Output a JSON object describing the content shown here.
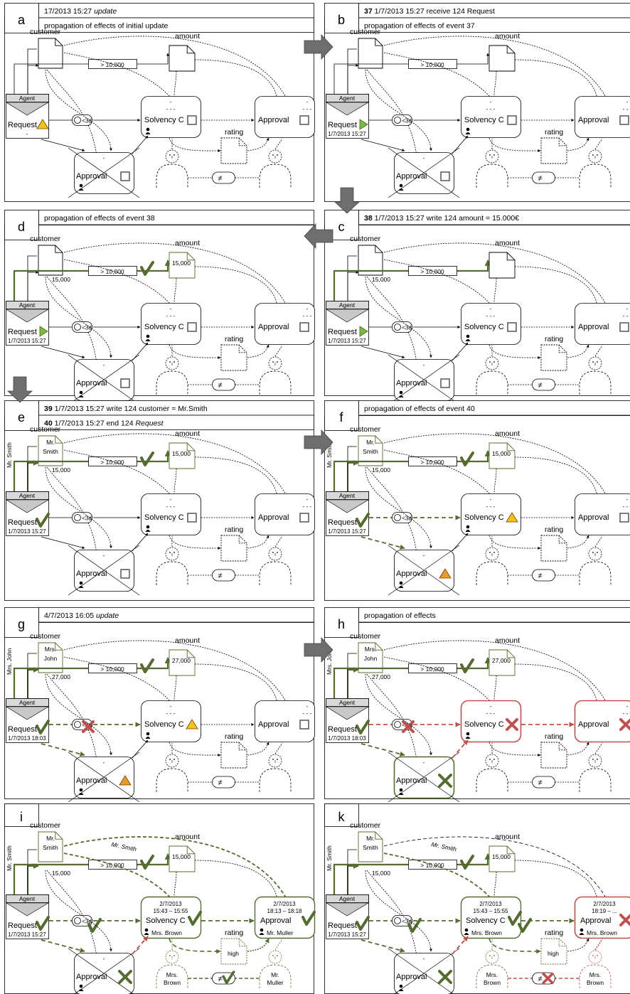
{
  "colors": {
    "green": "#556b2f",
    "red": "#c0504d",
    "gray": "#6e6e6e",
    "tri_green": "#7fb843",
    "tri_orange": "#e89a2a",
    "tri_yellow": "#f2c318"
  },
  "common": {
    "customer": "customer",
    "amount": "amount",
    "rating": "rating",
    "agent": "Agent",
    "request": "Request",
    "timer": "<3d",
    "threshold": "> 10,000",
    "solvency": "Solvency C",
    "approval": "Approval",
    "ne": "≠",
    "dash": "-",
    "dashes": "- - -"
  },
  "panels": [
    {
      "letter": "a",
      "header": [
        {
          "parts": [
            {
              "t": "17/2013  15:27  ",
              "s": "n"
            },
            {
              "t": "update",
              "s": "i"
            }
          ]
        },
        {
          "parts": [
            {
              "t": "propagation of effects of initial update",
              "s": "n"
            }
          ]
        }
      ],
      "req_date": "-",
      "cust_side": "",
      "cust_val": [],
      "amount_val": "",
      "flow_val": ""
    },
    {
      "letter": "b",
      "header": [
        {
          "parts": [
            {
              "t": "37",
              "s": "b"
            },
            {
              "t": " 1/7/2013 15:27 receive    124     Request",
              "s": "n"
            }
          ]
        },
        {
          "parts": [
            {
              "t": "propagation of effects of event 37",
              "s": "n"
            }
          ]
        }
      ],
      "req_date": "1/7/2013 15:27",
      "cust_side": "",
      "cust_val": [],
      "amount_val": "",
      "flow_val": ""
    },
    {
      "letter": "d",
      "header": [
        {
          "parts": [
            {
              "t": "propagation of effects of event 38",
              "s": "n"
            }
          ]
        }
      ],
      "req_date": "1/7/2013 15:27",
      "cust_side": "",
      "cust_val": [],
      "amount_val": "15,000",
      "flow_val": "15,000"
    },
    {
      "letter": "c",
      "header": [
        {
          "parts": [
            {
              "t": "38",
              "s": "b"
            },
            {
              "t": " 1/7/2013 15:27  write        124     amount = 15.000€",
              "s": "n"
            }
          ]
        }
      ],
      "req_date": "1/7/2013 15:27",
      "cust_side": "",
      "cust_val": [],
      "amount_val": "",
      "flow_val": "15,000"
    },
    {
      "letter": "e",
      "header": [
        {
          "parts": [
            {
              "t": "39",
              "s": "b"
            },
            {
              "t": " 1/7/2013 15:27     write       124  customer = Mr.Smith",
              "s": "n"
            }
          ]
        },
        {
          "parts": [
            {
              "t": "40",
              "s": "b"
            },
            {
              "t": " 1/7/2013 15:27  end           124     ",
              "s": "n"
            },
            {
              "t": "Request",
              "s": "i"
            }
          ]
        }
      ],
      "req_date": "1/7/2013 15:27",
      "cust_side": "Mr. Smith",
      "cust_val": [
        "Mr.",
        "Smith"
      ],
      "amount_val": "15,000",
      "flow_val": "15,000"
    },
    {
      "letter": "f",
      "header": [
        {
          "parts": [
            {
              "t": "propagation of effects of event 40",
              "s": "n"
            }
          ]
        }
      ],
      "req_date": "1/7/2013 15:27",
      "cust_side": "Mr. Smith",
      "cust_val": [
        "Mr.",
        "Smith"
      ],
      "amount_val": "15,000",
      "flow_val": "15,000"
    },
    {
      "letter": "g",
      "header": [
        {
          "parts": [
            {
              "t": "4/7/2013 16:05  ",
              "s": "n"
            },
            {
              "t": "update",
              "s": "i"
            }
          ]
        }
      ],
      "req_date": "1/7/2013 18:03",
      "cust_side": "Mrs. John",
      "cust_val": [
        "Mrs.",
        "John"
      ],
      "amount_val": "27,000",
      "flow_val": "27,000"
    },
    {
      "letter": "h",
      "header": [
        {
          "parts": [
            {
              "t": "propagation of effects",
              "s": "n"
            }
          ]
        }
      ],
      "req_date": "1/7/2013 18:03",
      "cust_side": "Mrs. John",
      "cust_val": [
        "Mrs.",
        "John"
      ],
      "amount_val": "27,000",
      "flow_val": "27,000"
    },
    {
      "letter": "i",
      "header": [],
      "req_date": "1/7/2013 15:27",
      "cust_side": "Mr. Smith",
      "cust_val": [
        "Mr.",
        "Smith"
      ],
      "amount_val": "15,000",
      "flow_val": "15,000",
      "sol_date": "2/7/2013",
      "sol_time": "15:43 – 15:55",
      "sol_person": "Mrs. Brown",
      "app_date": "2/7/2013",
      "app_time": "18:13 – 18:18",
      "app_person": "Mr. Muller",
      "rating_val": "high",
      "cust_edge": "Mr. Smith",
      "left_worker": [
        "Mrs.",
        "Brown"
      ],
      "right_worker": [
        "Mr.",
        "Muller"
      ]
    },
    {
      "letter": "k",
      "header": [],
      "req_date": "1/7/2013 15:27",
      "cust_side": "Mr. Smith",
      "cust_val": [
        "Mr.",
        "Smith"
      ],
      "amount_val": "15,000",
      "flow_val": "15,000",
      "sol_date": "2/7/2013",
      "sol_time": "15:43 – 15:55",
      "sol_person": "Mrs. Brown",
      "app_date": "2/7/2013",
      "app_time": "18:19 – ...",
      "app_person": "Mrs. Brown",
      "rating_val": "high",
      "cust_edge": "Mr. Smith",
      "left_worker": [
        "Mrs.",
        "Brown"
      ],
      "right_worker": [
        "Mrs.",
        "Brown"
      ]
    }
  ]
}
